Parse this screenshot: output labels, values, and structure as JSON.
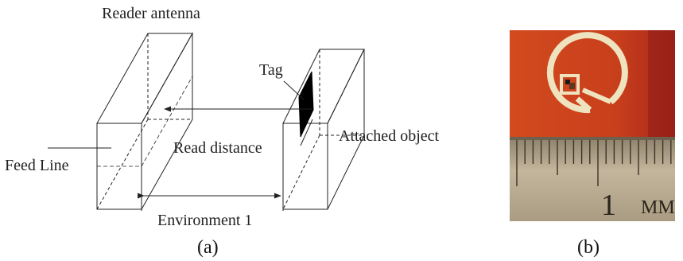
{
  "panel_a": {
    "labels": {
      "reader_antenna": "Reader antenna",
      "tag": "Tag",
      "feed_line": "Feed Line",
      "read_distance": "Read distance",
      "attached_object": "Attached object",
      "environment": "Environment 1"
    },
    "caption": "(a)"
  },
  "panel_b": {
    "ruler_text": "1",
    "ruler_unit": "MM",
    "caption": "(b)"
  },
  "colors": {
    "line": "#222222",
    "photo_orange": "#c8441c",
    "antenna_cream": "#efe3bf",
    "ruler_metal": "#b8aa90"
  }
}
